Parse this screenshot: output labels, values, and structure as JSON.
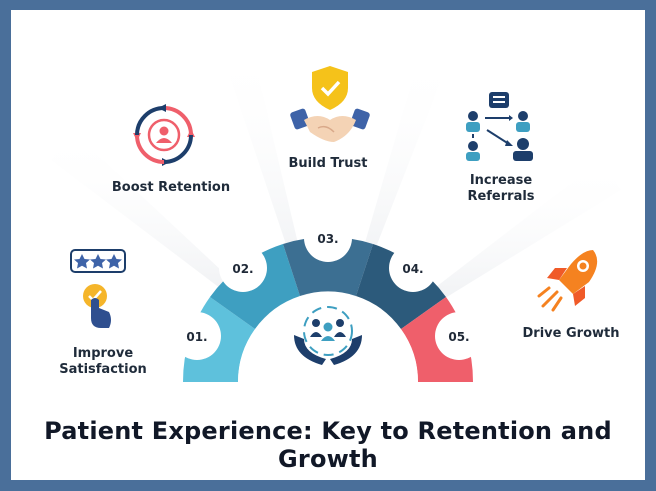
{
  "title": "Patient Experience: Key to Retention and Growth",
  "items": [
    {
      "number": "01.",
      "label_line1": "Improve",
      "label_line2": "Satisfaction",
      "icon": "rating-stars-icon",
      "color": "#5ec1dc"
    },
    {
      "number": "02.",
      "label_line1": "Boost Retention",
      "label_line2": "",
      "icon": "retention-cycle-icon",
      "color": "#3e9fc1"
    },
    {
      "number": "03.",
      "label_line1": "Build Trust",
      "label_line2": "",
      "icon": "handshake-shield-icon",
      "color": "#3c6f92"
    },
    {
      "number": "04.",
      "label_line1": "Increase",
      "label_line2": "Referrals",
      "icon": "referral-network-icon",
      "color": "#2c5a7b"
    },
    {
      "number": "05.",
      "label_line1": "Drive Growth",
      "label_line2": "",
      "icon": "rocket-icon",
      "color": "#ef5f6b"
    }
  ],
  "center_icon": "patient-care-hands-icon",
  "colors": {
    "navy": "#1d3e6b",
    "accent_red": "#ef5f6b",
    "gold": "#f5b52a"
  }
}
